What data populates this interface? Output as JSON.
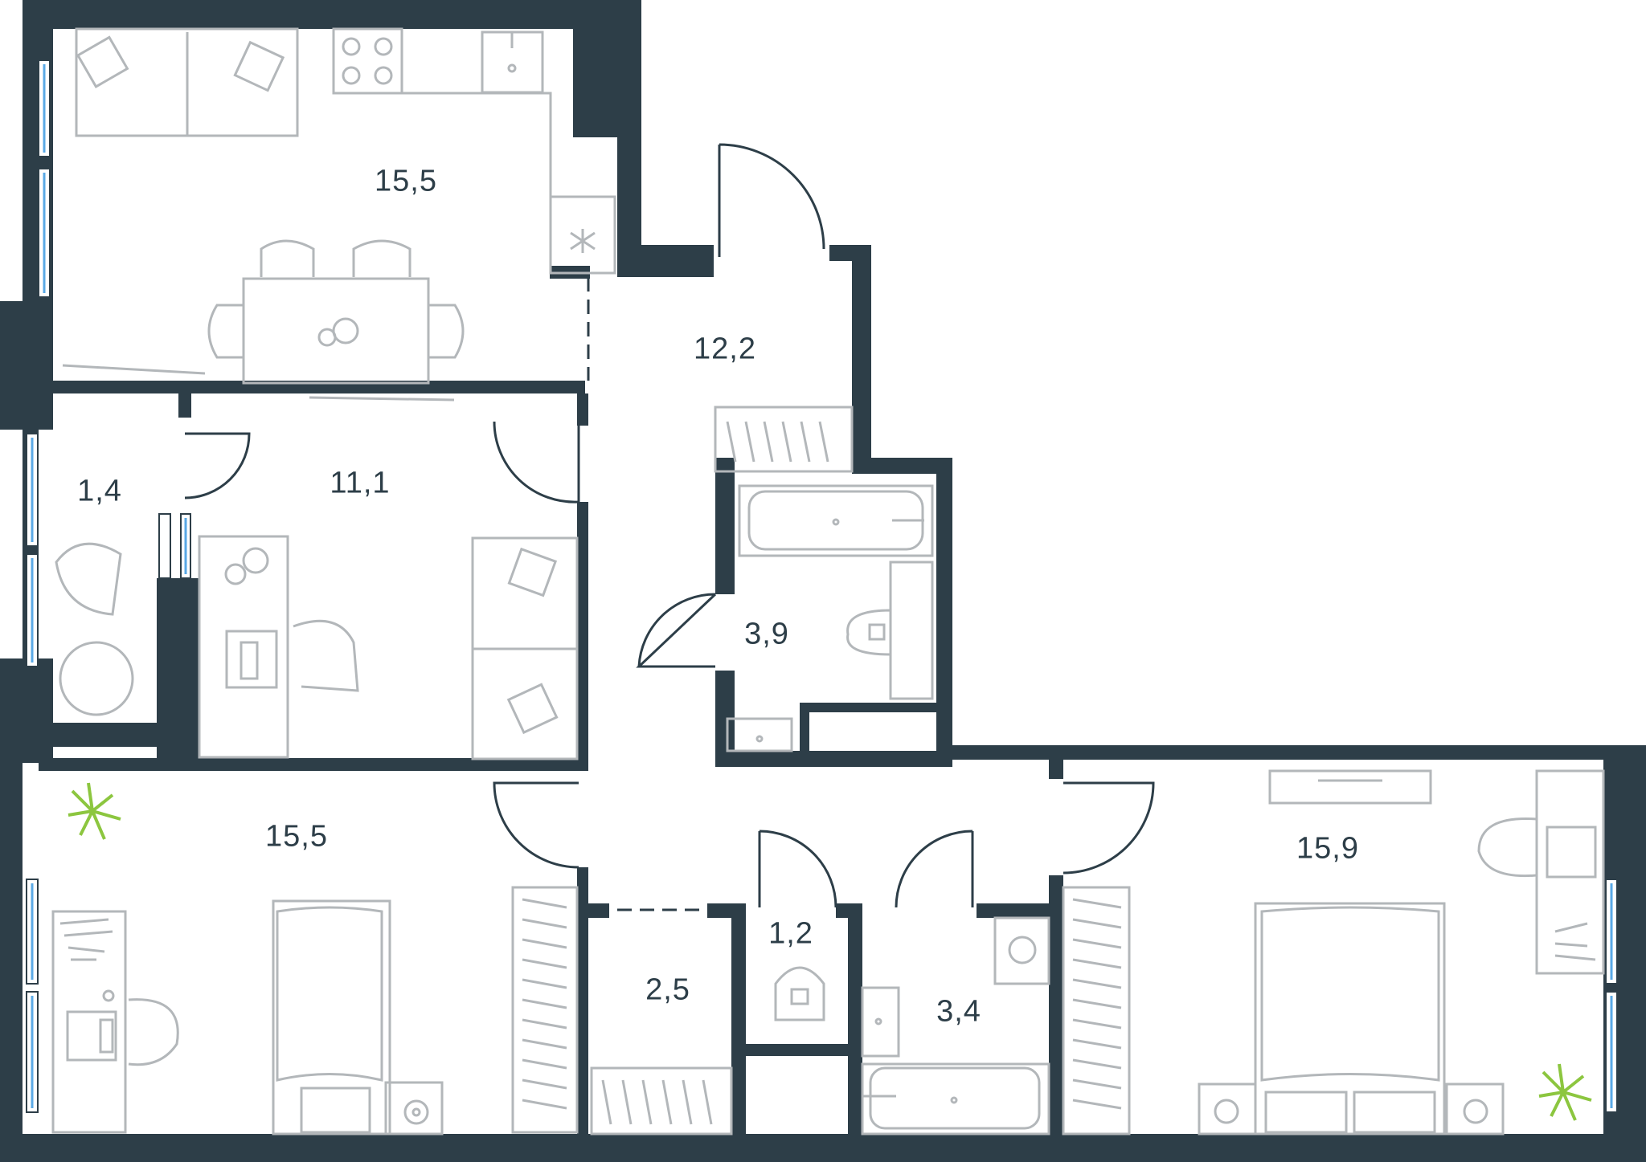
{
  "rooms": [
    {
      "id": "kitchen-living",
      "area": "15,5"
    },
    {
      "id": "hallway",
      "area": "12,2"
    },
    {
      "id": "balcony",
      "area": "1,4"
    },
    {
      "id": "study",
      "area": "11,1"
    },
    {
      "id": "bathroom-1",
      "area": "3,9"
    },
    {
      "id": "bedroom-left",
      "area": "15,5"
    },
    {
      "id": "storage",
      "area": "2,5"
    },
    {
      "id": "wc",
      "area": "1,2"
    },
    {
      "id": "bathroom-2",
      "area": "3,4"
    },
    {
      "id": "bedroom-right",
      "area": "15,9"
    }
  ],
  "colors": {
    "wall": "#2d3e48",
    "furniture": "#b3b7ba",
    "window": "#5aa9e6",
    "plant": "#8cc63f",
    "text": "#2d3e48"
  },
  "icons": [
    "sofa-icon",
    "stove-icon",
    "sink-icon",
    "table-icon",
    "chair-icon",
    "bathtub-icon",
    "toilet-icon",
    "bed-icon",
    "desk-icon",
    "wardrobe-icon",
    "washing-machine-icon",
    "plant-icon"
  ]
}
